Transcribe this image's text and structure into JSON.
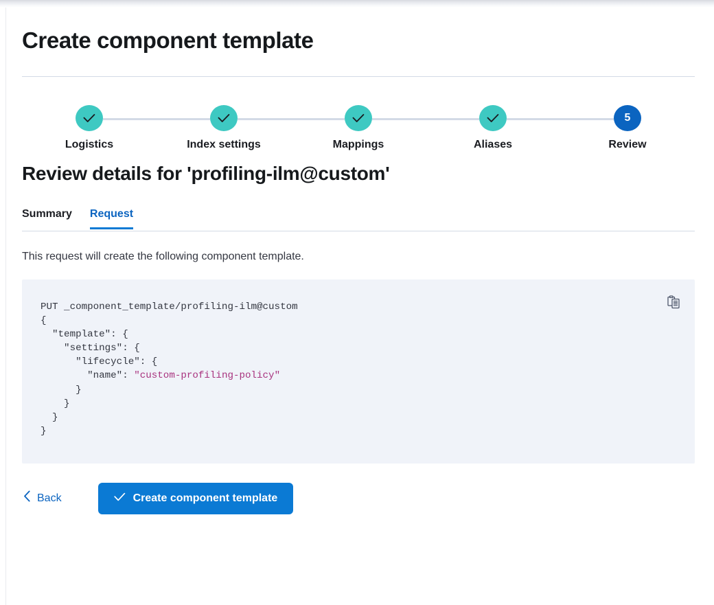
{
  "page": {
    "title": "Create component template"
  },
  "steps": {
    "items": [
      {
        "label": "Logistics",
        "state": "complete",
        "number": "1",
        "icon": "check-icon"
      },
      {
        "label": "Index settings",
        "state": "complete",
        "number": "2",
        "icon": "check-icon"
      },
      {
        "label": "Mappings",
        "state": "complete",
        "number": "3",
        "icon": "check-icon"
      },
      {
        "label": "Aliases",
        "state": "complete",
        "number": "4",
        "icon": "check-icon"
      },
      {
        "label": "Review",
        "state": "current",
        "number": "5",
        "icon": ""
      }
    ],
    "complete_color": "#3EC9C2",
    "current_color": "#0B64C0",
    "connector_color": "#D3DAE6"
  },
  "section": {
    "heading": "Review details for 'profiling-ilm@custom'"
  },
  "tabs": {
    "items": [
      {
        "label": "Summary",
        "active": false
      },
      {
        "label": "Request",
        "active": true
      }
    ],
    "active_color": "#0B64C0",
    "underline_color": "#0B7AD4"
  },
  "request": {
    "description": "This request will create the following component template.",
    "copy_icon": "copy-clipboard-icon",
    "code_background": "#F0F3F9",
    "string_color": "#A8327E",
    "code_lines": [
      {
        "text": "PUT _component_template/profiling-ilm@custom"
      },
      {
        "text": "{"
      },
      {
        "text": "  \"template\": {"
      },
      {
        "text": "    \"settings\": {"
      },
      {
        "text": "      \"lifecycle\": {"
      },
      {
        "text": "        \"name\": ",
        "string": "\"custom-profiling-policy\""
      },
      {
        "text": "      }"
      },
      {
        "text": "    }"
      },
      {
        "text": "  }"
      },
      {
        "text": "}"
      }
    ]
  },
  "actions": {
    "back_label": "Back",
    "back_icon": "chevron-left-icon",
    "primary_label": "Create component template",
    "primary_icon": "check-icon",
    "primary_color": "#0B7AD4"
  }
}
